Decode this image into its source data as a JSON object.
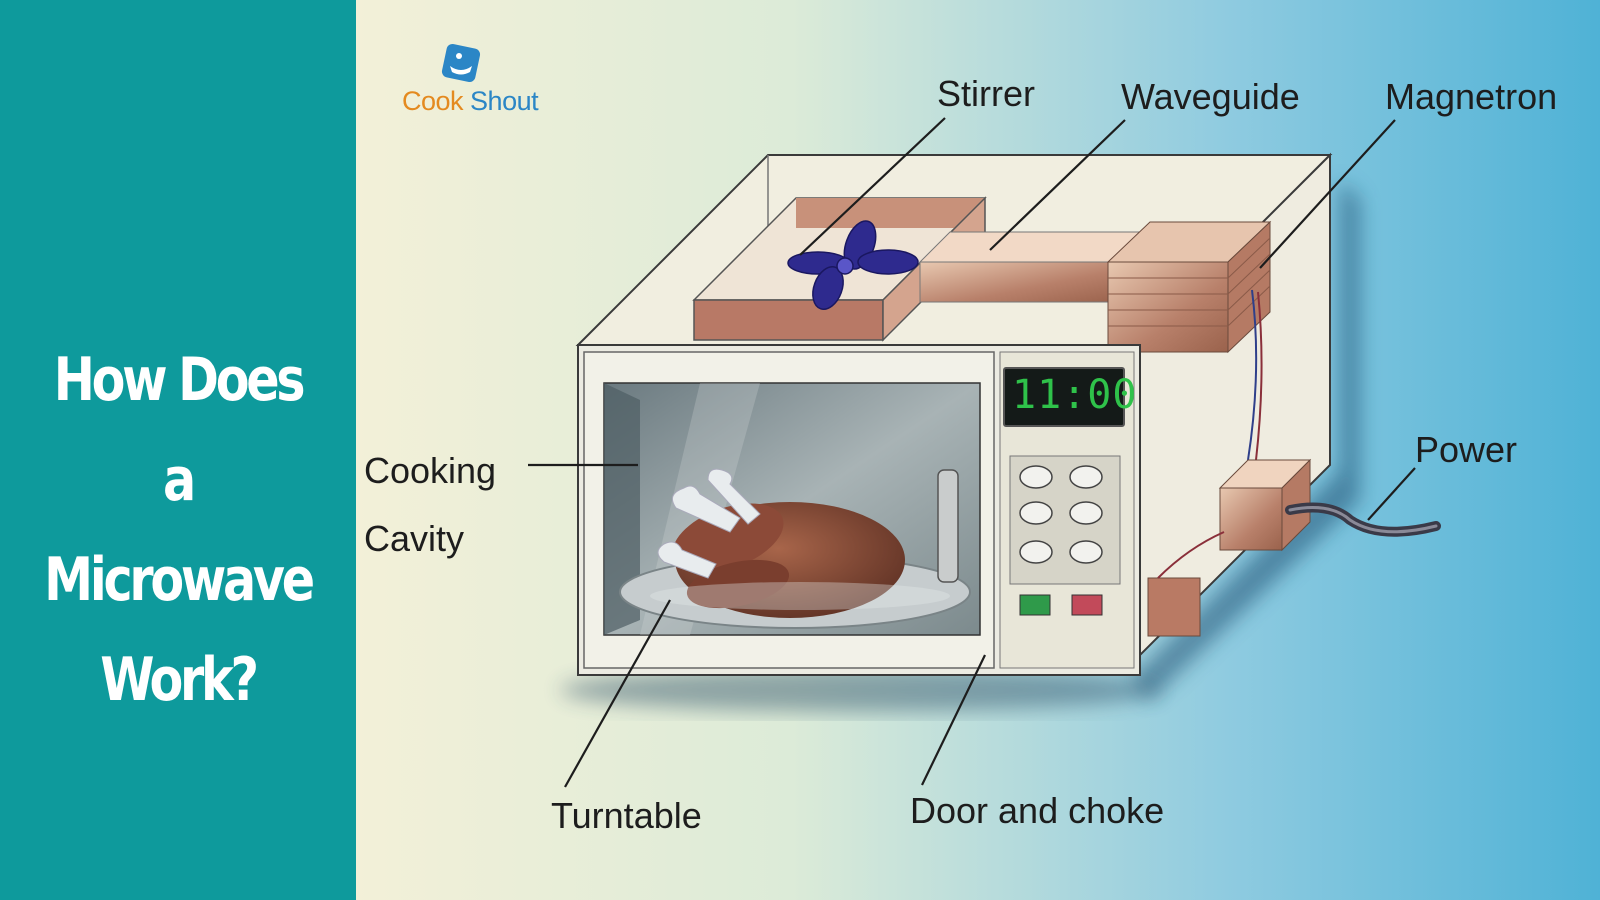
{
  "headline": [
    "How Does a",
    "Microwave",
    "Work?"
  ],
  "logo": {
    "word1": "Cook",
    "word2": "Shout"
  },
  "display": {
    "time": "11:00"
  },
  "labels": {
    "stirrer": "Stirrer",
    "waveguide": "Waveguide",
    "magnetron": "Magnetron",
    "power": "Power",
    "cooking": "Cooking",
    "cavity": "Cavity",
    "turntable": "Turntable",
    "door": "Door and choke"
  },
  "colors": {
    "sidebar": "#0e9a9c",
    "logo_orange": "#e48a1f",
    "logo_blue": "#2b86c6",
    "stirrer_blades": "#2e2a8e",
    "display_digits": "#2fc24a"
  }
}
